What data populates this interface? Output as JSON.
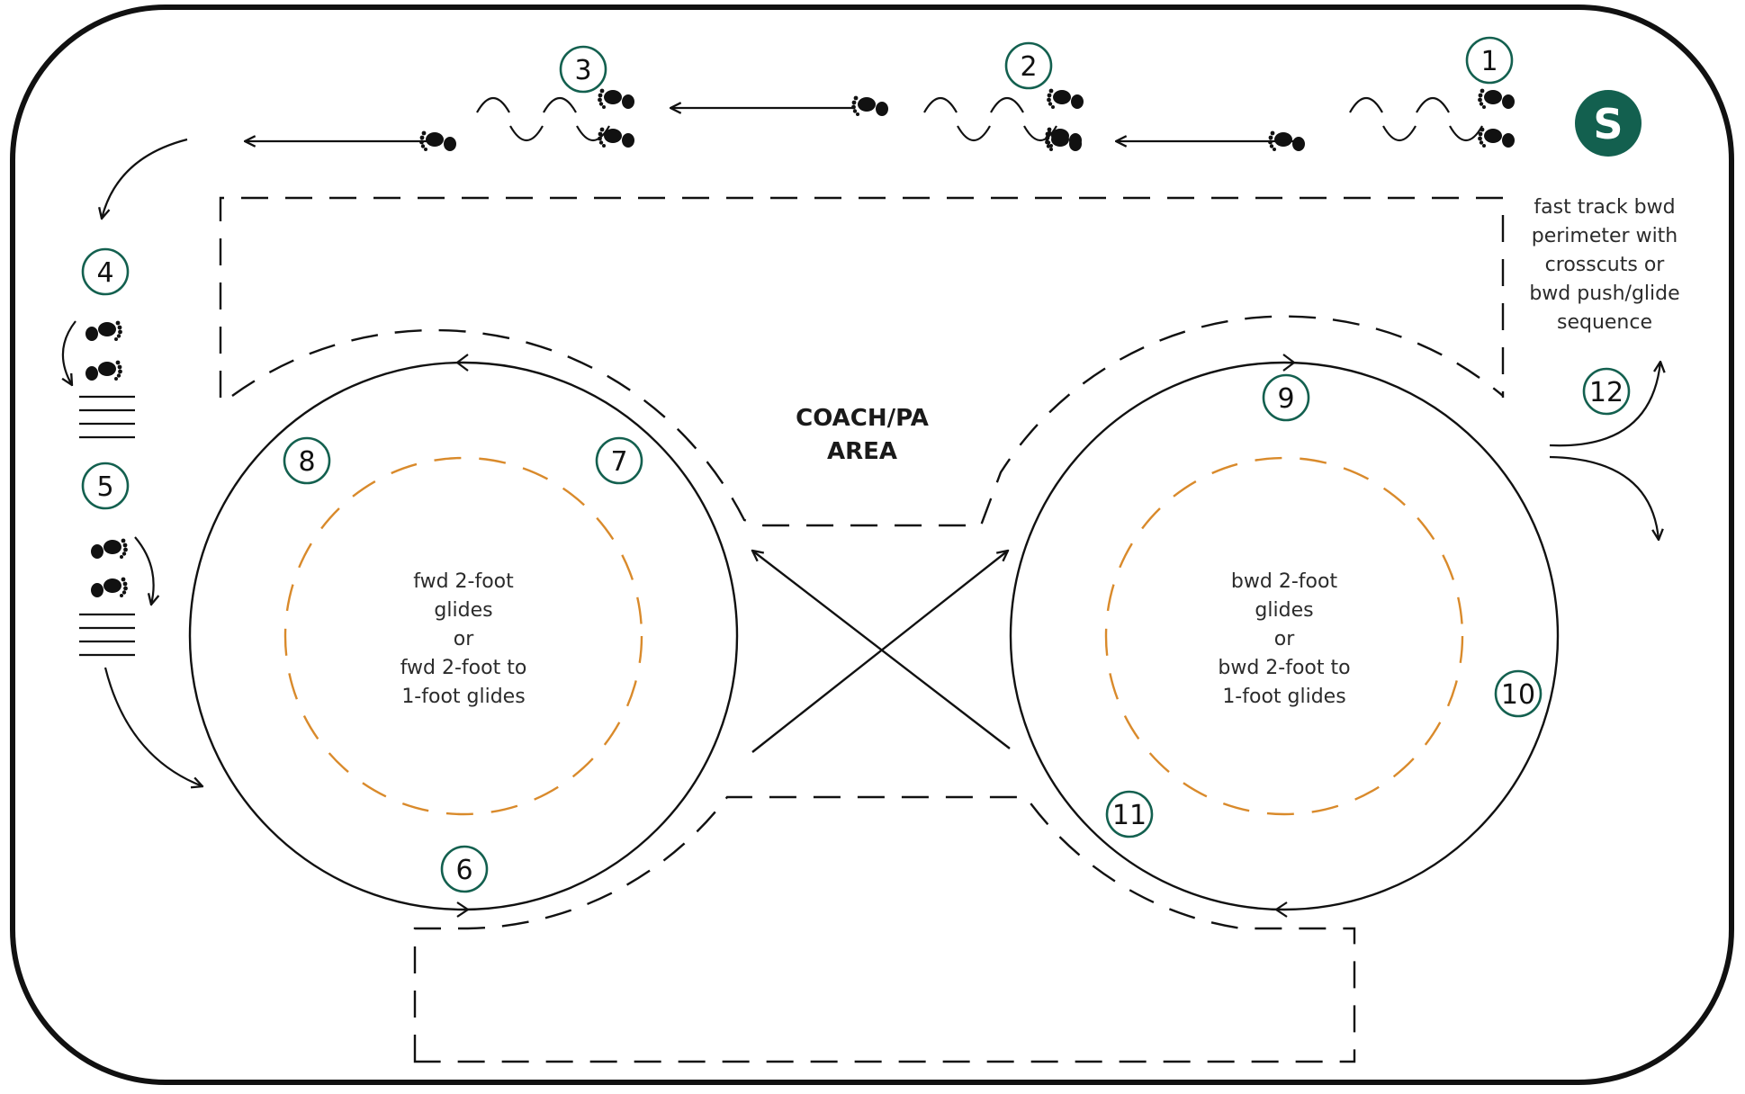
{
  "start_badge": "S",
  "stations": [
    "1",
    "2",
    "3",
    "4",
    "5",
    "6",
    "7",
    "8",
    "9",
    "10",
    "11",
    "12"
  ],
  "center_area": {
    "line1": "COACH/PA",
    "line2": "AREA"
  },
  "left_circle_text": [
    "fwd 2-foot",
    "glides",
    "or",
    "fwd 2-foot to",
    "1-foot glides"
  ],
  "right_circle_text": [
    "bwd 2-foot",
    "glides",
    "or",
    "bwd 2-foot to",
    "1-foot glides"
  ],
  "perimeter_note": [
    "fast track bwd",
    "perimeter with",
    "crosscuts or",
    "bwd push/glide",
    "sequence"
  ],
  "colors": {
    "badge_green": "#13604f",
    "orange_dash": "#d98a2b",
    "line": "#111111"
  },
  "icons": [
    "footprints-icon",
    "ladder-icon",
    "start-badge"
  ]
}
